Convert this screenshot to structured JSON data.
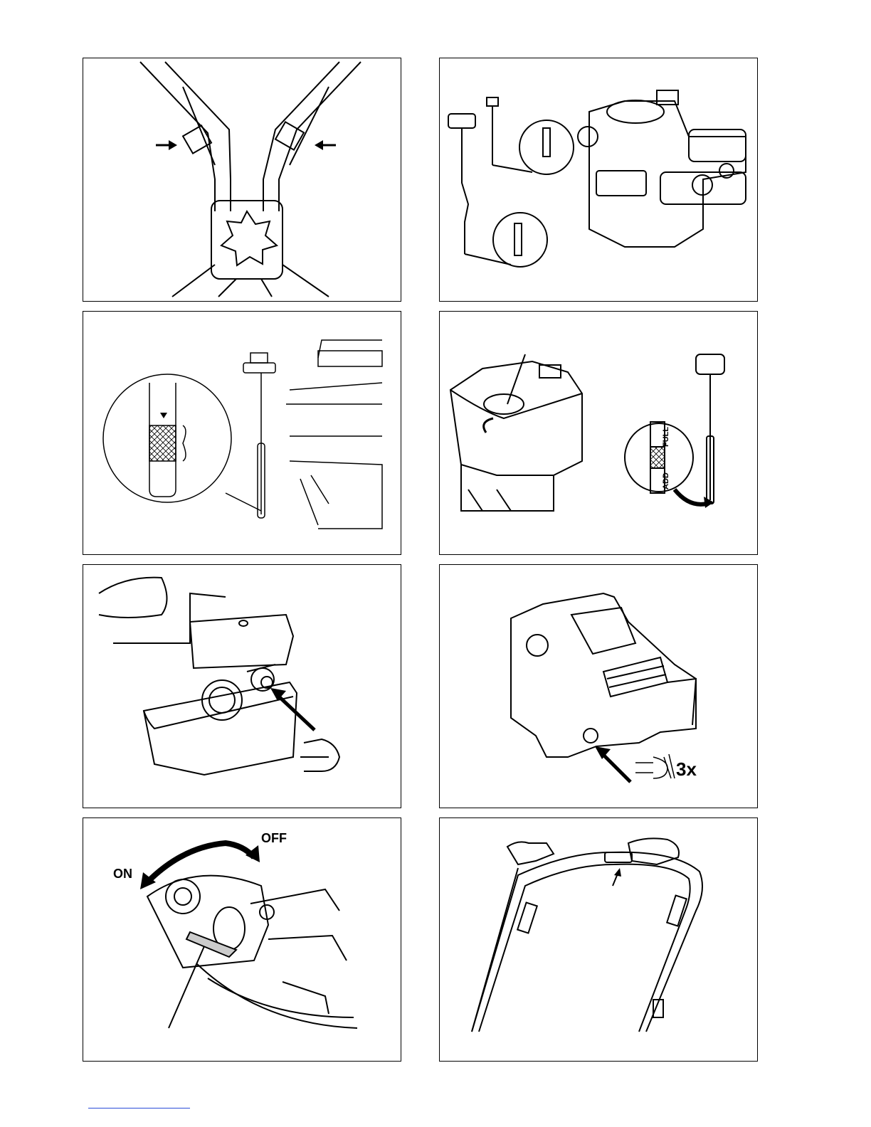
{
  "page": {
    "panels": [
      {
        "id": "handle-clamps"
      },
      {
        "id": "dipstick-overview"
      },
      {
        "id": "dipstick-level-detail"
      },
      {
        "id": "oil-fill-full-add",
        "dipstick_labels": {
          "full": "FULL",
          "add": "ADD"
        }
      },
      {
        "id": "primer-press"
      },
      {
        "id": "primer-press-3x",
        "count_label": "3x"
      },
      {
        "id": "fuel-valve",
        "on_label": "ON",
        "off_label": "OFF"
      },
      {
        "id": "brake-handle"
      }
    ]
  }
}
